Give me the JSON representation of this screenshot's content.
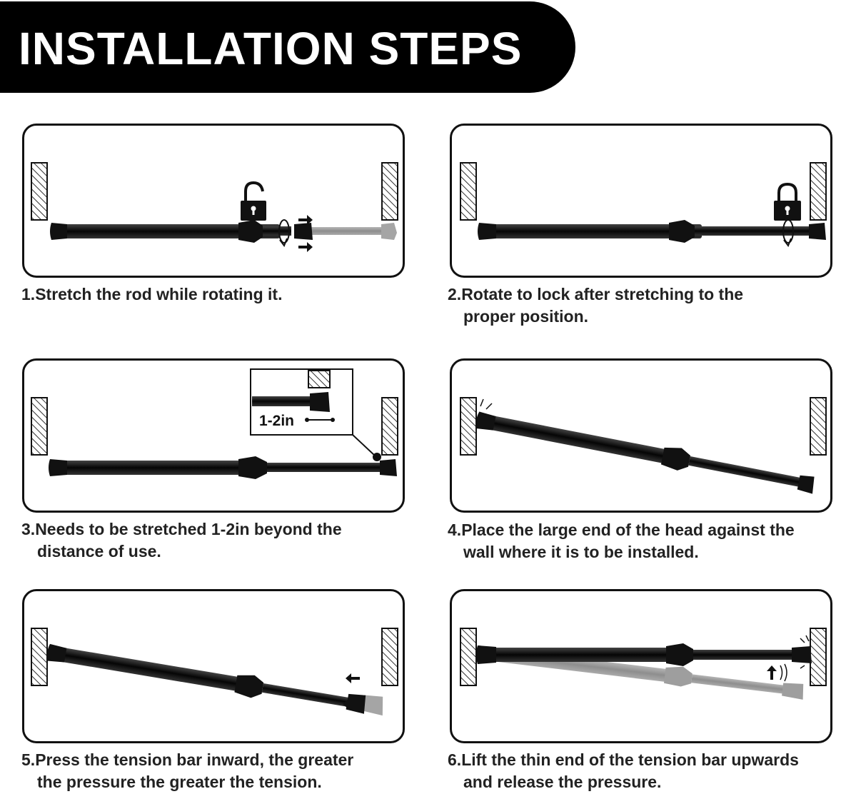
{
  "title": "INSTALLATION STEPS",
  "steps": [
    {
      "num": "1.",
      "line1": "Stretch the rod while rotating it.",
      "line2": ""
    },
    {
      "num": "2.",
      "line1": "Rotate to lock after stretching to the",
      "line2": "proper position."
    },
    {
      "num": "3.",
      "line1": "Needs to be stretched 1-2in beyond the",
      "line2": "distance of use."
    },
    {
      "num": "4.",
      "line1": "Place the large end of the head against the",
      "line2": "wall where it is to be installed."
    },
    {
      "num": "5.",
      "line1": "Press the tension bar inward, the greater",
      "line2": "the pressure the greater the tension."
    },
    {
      "num": "6.",
      "line1": "Lift the thin end of the tension bar upwards",
      "line2": "and release the pressure."
    }
  ],
  "inset": {
    "label": "1-2in"
  },
  "icons": {
    "wall": "hatched-wall-icon",
    "lock_open": "unlocked-padlock-icon",
    "lock_closed": "locked-padlock-icon",
    "rotate": "rotate-arrow-icon",
    "arrow": "arrow-icon"
  },
  "colors": {
    "rod": "#111111",
    "ghost_rod": "#9a9a9a",
    "banner": "#000000"
  }
}
